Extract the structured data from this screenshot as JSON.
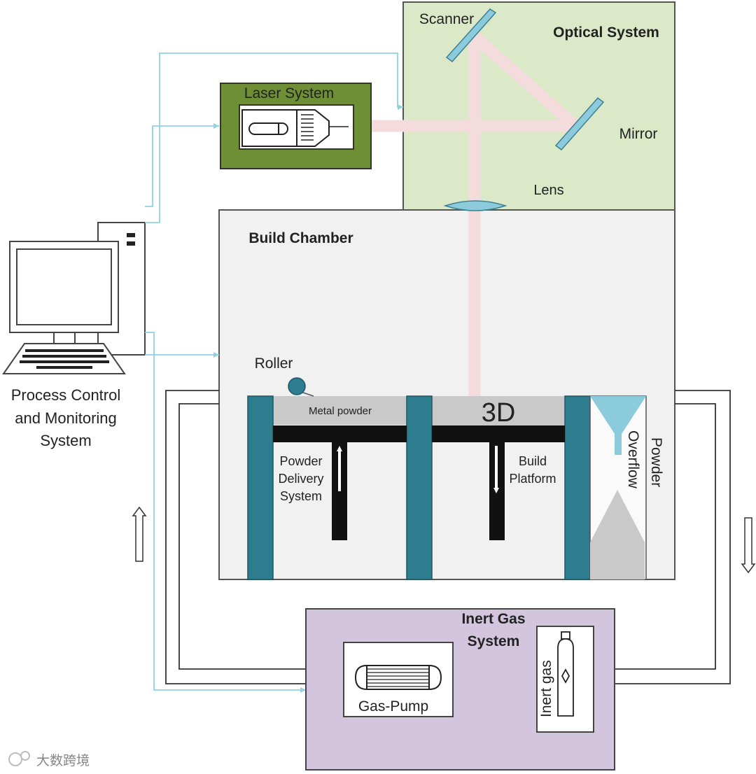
{
  "optical": {
    "title": "Optical System",
    "scanner": "Scanner",
    "mirror": "Mirror",
    "lens": "Lens"
  },
  "laser": {
    "title": "Laser System"
  },
  "chamber": {
    "title": "Build Chamber",
    "roller": "Roller",
    "metal_powder": "Metal powder",
    "part": "3D",
    "powder_delivery": [
      "Powder",
      "Delivery",
      "System"
    ],
    "build_platform": [
      "Build",
      "Platform"
    ],
    "powder_overflow": [
      "Powder",
      "Overflow"
    ]
  },
  "computer": {
    "label": [
      "Process Control",
      "and Monitoring",
      "System"
    ]
  },
  "gas": {
    "title": [
      "Inert Gas",
      "System"
    ],
    "pump": "Gas-Pump",
    "bottle": "Inert gas"
  },
  "watermark": "大数跨境",
  "colors": {
    "optical_bg": "#dbe9c9",
    "laser_bg": "#6e8f36",
    "chamber_bg": "#f1f1f1",
    "gas_bg": "#d3c5dd",
    "teal": "#2e7d8f",
    "beam": "#f4dcdc",
    "powder": "#c9c9c9",
    "signal_line": "#8fd3e0",
    "funnel": "#8ccbdc"
  }
}
